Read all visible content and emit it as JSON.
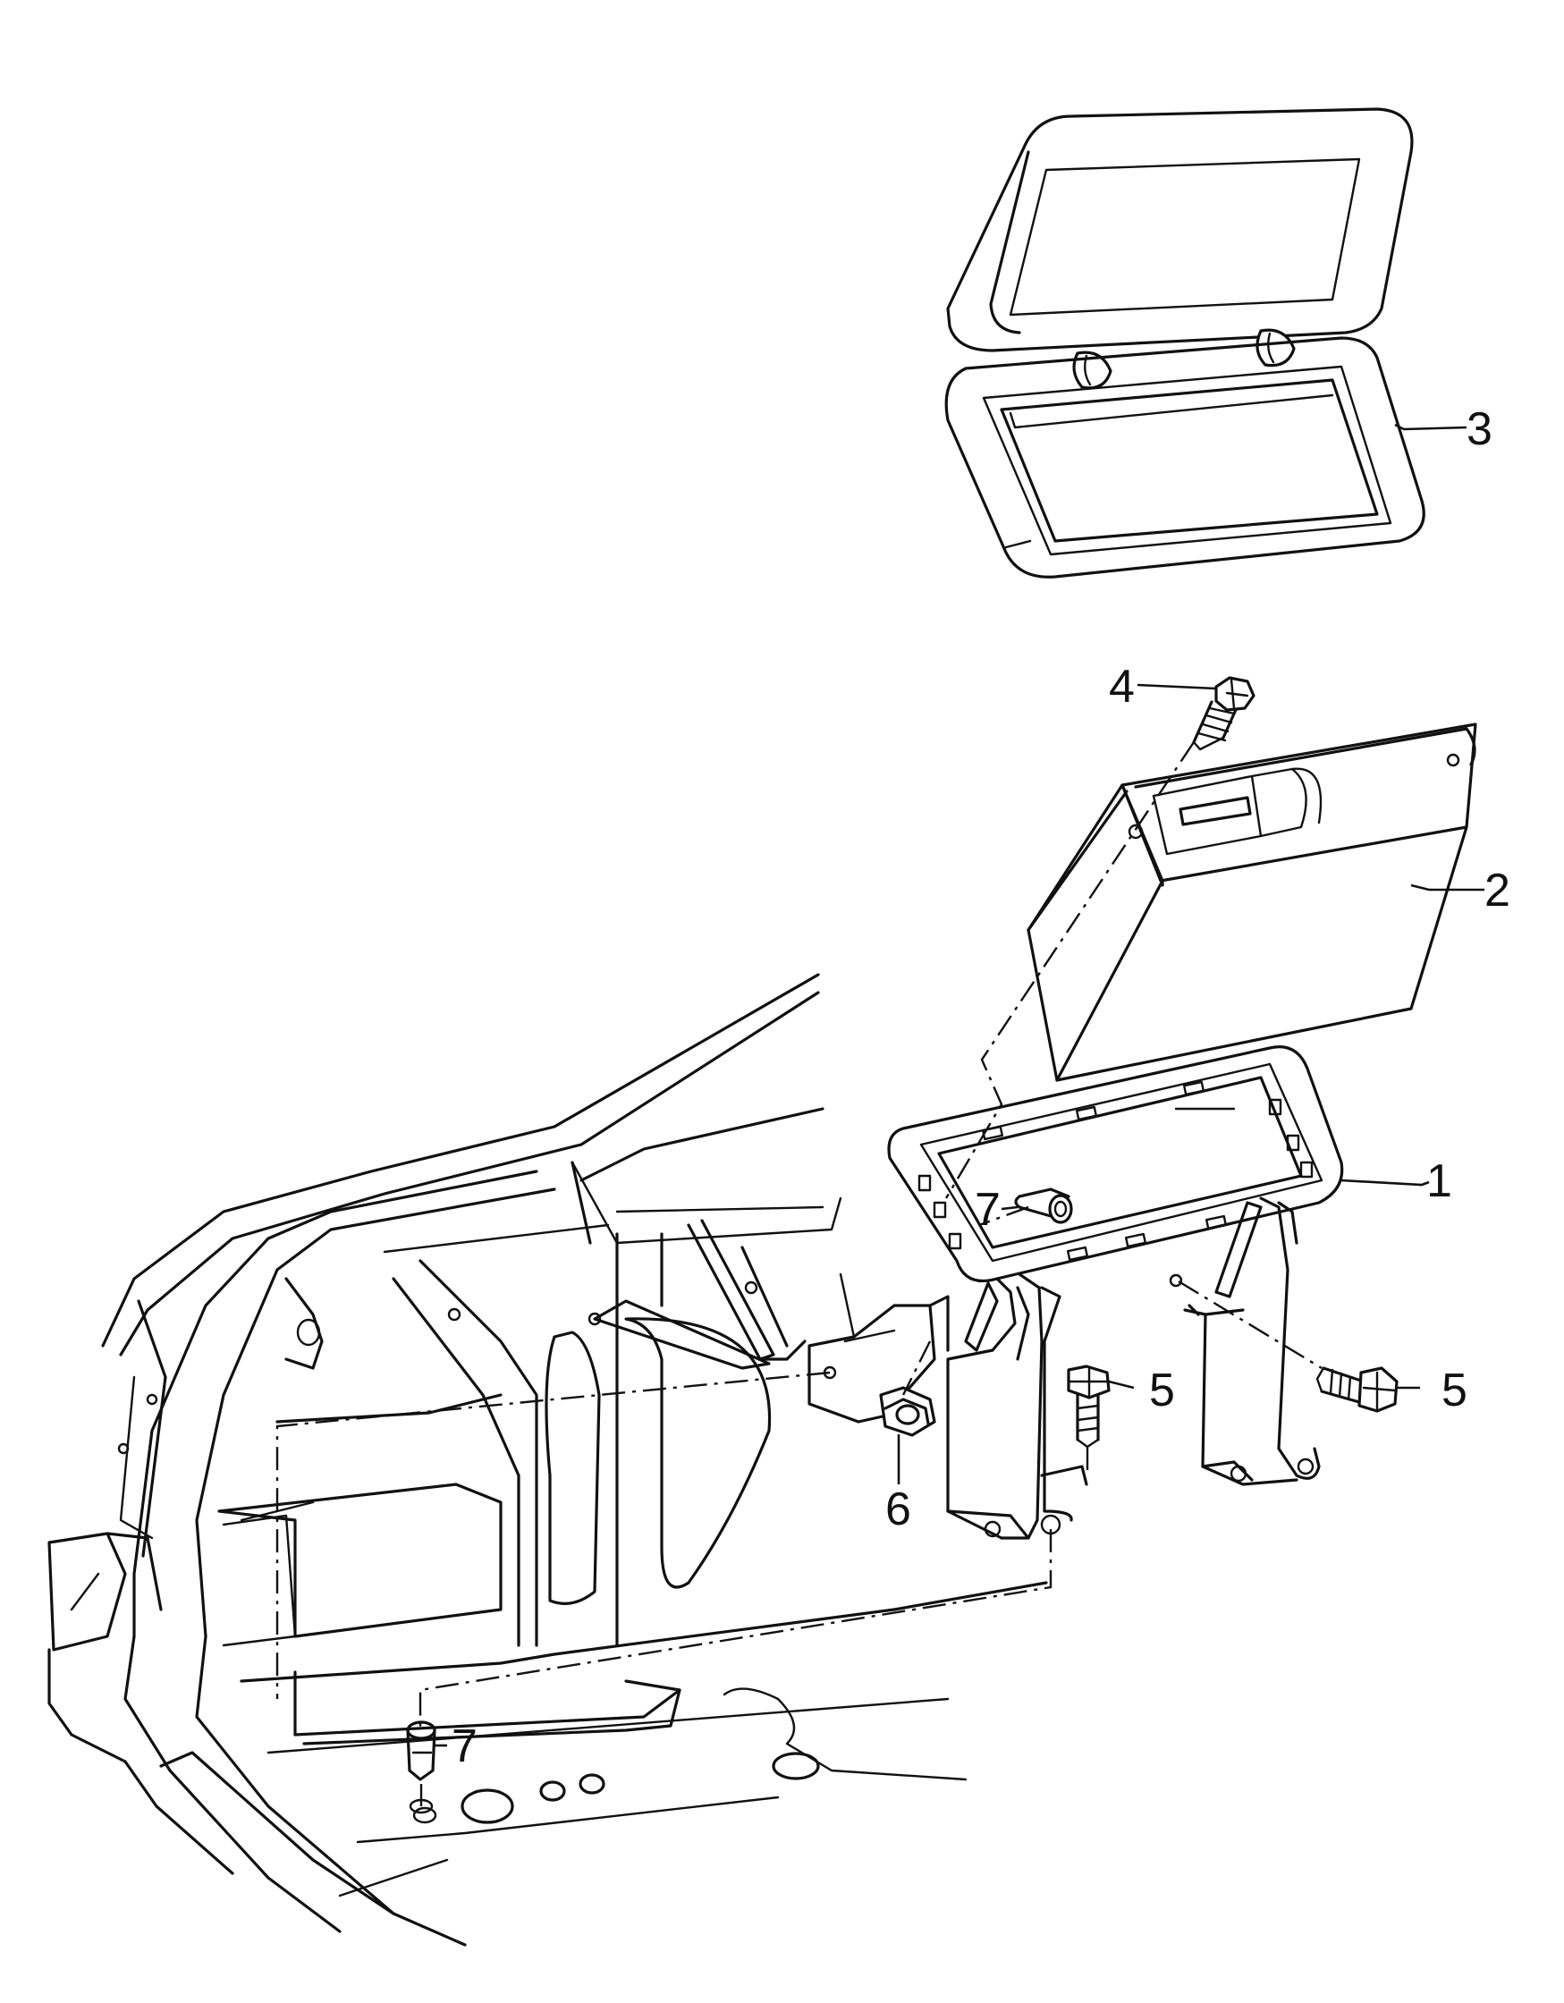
{
  "callouts": [
    {
      "id": "1",
      "text": "1"
    },
    {
      "id": "2",
      "text": "2"
    },
    {
      "id": "3",
      "text": "3"
    },
    {
      "id": "4",
      "text": "4"
    },
    {
      "id": "5a",
      "text": "5"
    },
    {
      "id": "5b",
      "text": "5"
    },
    {
      "id": "6",
      "text": "6"
    },
    {
      "id": "7a",
      "text": "7"
    },
    {
      "id": "7b",
      "text": "7"
    }
  ]
}
